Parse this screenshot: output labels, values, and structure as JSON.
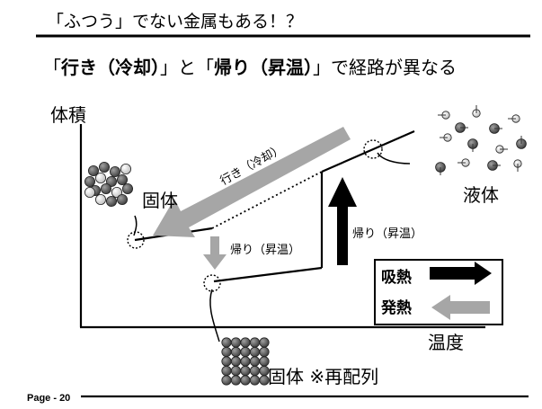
{
  "slide": {
    "header_title": "「ふつう」でない金属もある！？",
    "subtitle_parts": [
      {
        "text": "「",
        "bold": false
      },
      {
        "text": "行き（冷却）",
        "bold": true
      },
      {
        "text": "」と「",
        "bold": false
      },
      {
        "text": "帰り（昇温）",
        "bold": true
      },
      {
        "text": "」で経路が異なる",
        "bold": false
      }
    ],
    "footer_page": "Page - 20"
  },
  "diagram": {
    "axis_y_label": "体積",
    "axis_x_label": "温度",
    "label_solid": "固体",
    "label_liquid": "液体",
    "label_solid_rearranged": "固体 ※再配列",
    "arrow_cooling_label": "行き（冷却）",
    "arrow_heating_label_1": "帰り（昇温）",
    "arrow_heating_label_2": "帰り（昇温）",
    "legend": {
      "absorb_label": "吸熱",
      "release_label": "発熱"
    }
  },
  "colors": {
    "header_rule": "#000000",
    "gray_arrow": "#a6a6a6",
    "black_arrow": "#000000",
    "atom_dark": "#5a5a5a",
    "atom_light": "#d4d4d4"
  }
}
